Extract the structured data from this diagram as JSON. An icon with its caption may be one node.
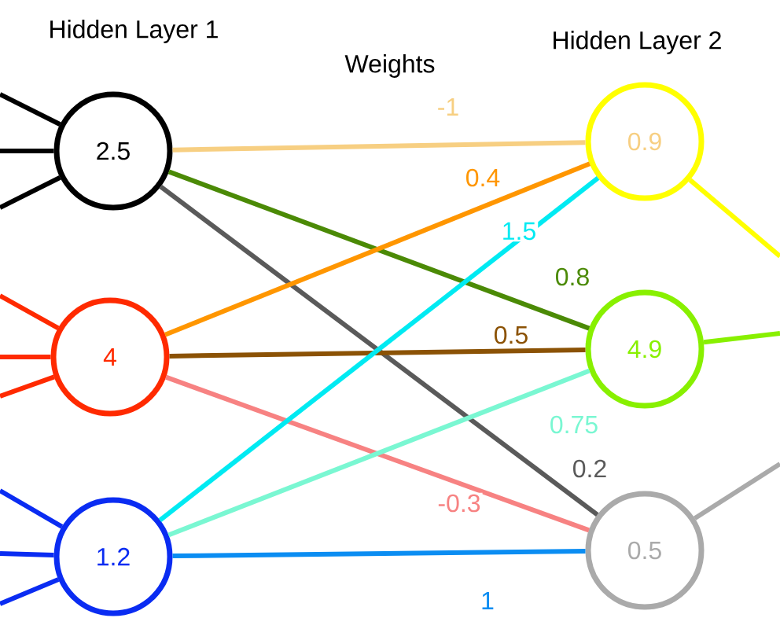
{
  "diagram": {
    "nodes": [
      {
        "text": [
          "2.5"
        ]
      },
      {
        "text": [
          "4"
        ]
      },
      {
        "text": [
          "1.2"
        ]
      },
      {
        "text": [
          "0.9"
        ]
      },
      {
        "text": [
          "4.9"
        ]
      },
      {
        "text": [
          "0.5"
        ]
      }
    ],
    "edges": [
      {
        "from": 0,
        "to": 3,
        "arrow": "none",
        "label": "-1",
        "color": "#f7cf82"
      },
      {
        "from": 0,
        "to": 4,
        "arrow": "none",
        "label": "0.8",
        "color": "#4b8a06"
      },
      {
        "from": 0,
        "to": 5,
        "arrow": "none",
        "label": "0.2",
        "color": "#5a5a5a"
      },
      {
        "from": 1,
        "to": 3,
        "arrow": "none",
        "label": "0.4",
        "color": "#ff9600"
      },
      {
        "from": 1,
        "to": 4,
        "arrow": "none",
        "label": "0.5",
        "color": "#8b5205"
      },
      {
        "from": 1,
        "to": 5,
        "arrow": "none",
        "label": "-0.3",
        "color": "#f78282"
      },
      {
        "from": 2,
        "to": 3,
        "arrow": "none",
        "label": "1.5",
        "color": "#00eaf2"
      },
      {
        "from": 2,
        "to": 4,
        "arrow": "none",
        "label": "0.75",
        "color": "#7af7d2"
      },
      {
        "from": 2,
        "to": 5,
        "arrow": "none",
        "label": "1",
        "color": "#0b8df2"
      },
      {
        "from": null,
        "to": 0,
        "arrow": "none",
        "color": "#000000"
      },
      {
        "from": null,
        "to": 0,
        "arrow": "none",
        "color": "#000000"
      },
      {
        "from": null,
        "to": 0,
        "arrow": "none",
        "color": "#000000"
      },
      {
        "from": null,
        "to": 1,
        "arrow": "none",
        "color": "#ff2a00"
      },
      {
        "from": null,
        "to": 1,
        "arrow": "none",
        "color": "#ff2a00"
      },
      {
        "from": null,
        "to": 1,
        "arrow": "none",
        "color": "#ff2a00"
      },
      {
        "from": null,
        "to": 2,
        "arrow": "none",
        "color": "#0a2cf2"
      },
      {
        "from": null,
        "to": 2,
        "arrow": "none",
        "color": "#0a2cf2"
      },
      {
        "from": null,
        "to": 2,
        "arrow": "none",
        "color": "#0a2cf2"
      },
      {
        "from": 3,
        "to": null,
        "arrow": "none",
        "color": "#ffff00"
      },
      {
        "from": 4,
        "to": null,
        "arrow": "none",
        "color": "#88f000"
      },
      {
        "from": 5,
        "to": null,
        "arrow": "none",
        "color": "#aaaaaa"
      }
    ],
    "labels": [
      "Hidden Layer 1",
      "Weights",
      "Hidden Layer 2"
    ]
  }
}
